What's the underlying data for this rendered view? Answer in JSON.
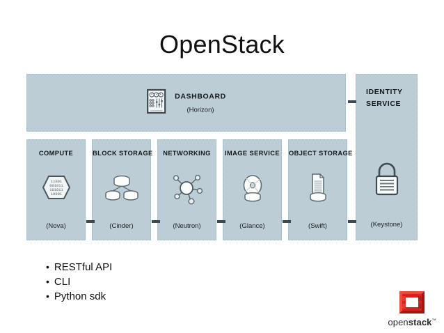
{
  "slide": {
    "title": "OpenStack",
    "background_color": "#ffffff"
  },
  "diagram": {
    "panel_color": "#bccdd6",
    "border_style": "dotted",
    "connector_color": "#3d4a4f",
    "dashboard": {
      "icon": "control-panel-icon",
      "title": "DASHBOARD",
      "project": "(Horizon)"
    },
    "identity": {
      "title_line1": "IDENTITY",
      "title_line2": "SERVICE",
      "icon": "padlock-icon",
      "project": "(Keystone)"
    },
    "services": [
      {
        "title": "COMPUTE",
        "project": "(Nova)",
        "icon": "binary-hexagon-icon"
      },
      {
        "title": "BLOCK STORAGE",
        "project": "(Cinder)",
        "icon": "disk-stack-icon"
      },
      {
        "title": "NETWORKING",
        "project": "(Neutron)",
        "icon": "network-nodes-icon"
      },
      {
        "title": "IMAGE SERVICE",
        "project": "(Glance)",
        "icon": "optical-disc-icon"
      },
      {
        "title": "OBJECT STORAGE",
        "project": "(Swift)",
        "icon": "document-on-base-icon"
      }
    ]
  },
  "bullets": [
    {
      "marker": "•",
      "label": "RESTful API"
    },
    {
      "marker": "•",
      "label": "CLI"
    },
    {
      "marker": "•",
      "label": "Python sdk"
    }
  ],
  "logo": {
    "mark": "openstack-square-logo",
    "word_light": "open",
    "word_bold": "stack",
    "trademark": "™",
    "color": "#d6221f"
  }
}
